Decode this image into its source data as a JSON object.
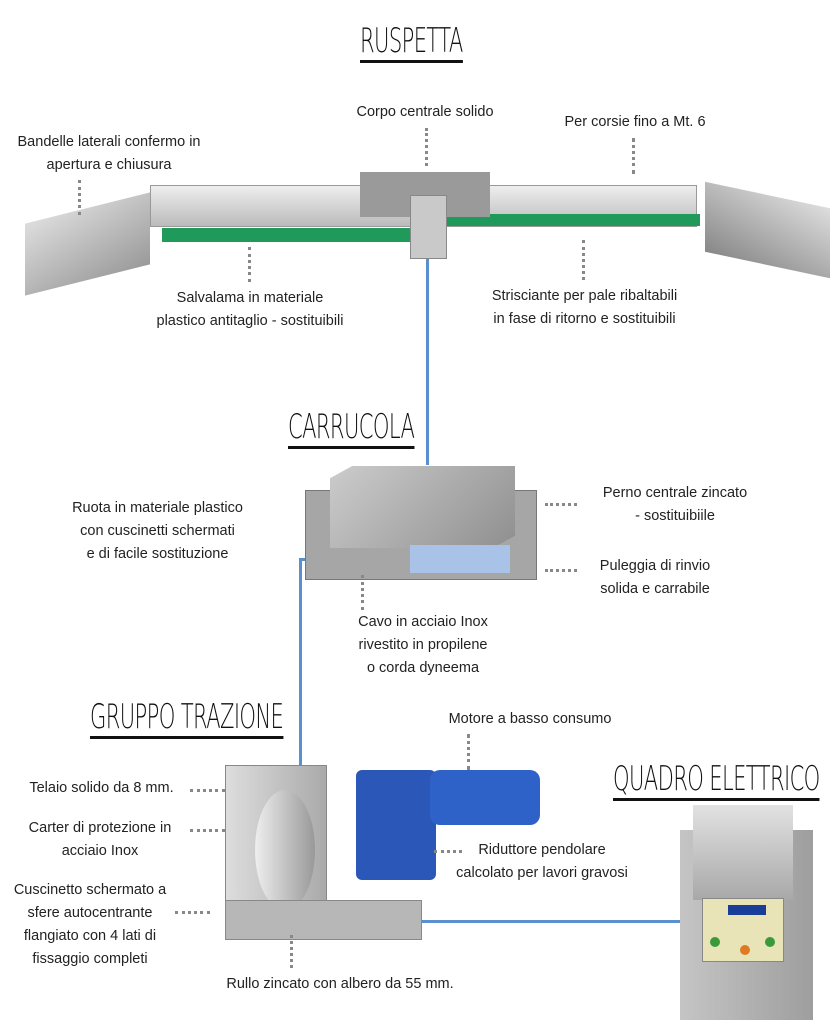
{
  "sections": {
    "ruspetta": "RUSPETTA",
    "carrucola": "CARRUCOLA",
    "gruppo_trazione": "GRUPPO TRAZIONE",
    "quadro_elettrico": "QUADRO ELETTRICO"
  },
  "ruspetta_labels": {
    "bandelle": [
      "Bandelle laterali confermo in",
      "apertura e chiusura"
    ],
    "corpo": [
      "Corpo centrale solido"
    ],
    "corsie": [
      "Per corsie fino a Mt. 6"
    ],
    "salvalama": [
      "Salvalama in materiale",
      "plastico antitaglio - sostituibili"
    ],
    "strisciante": [
      "Strisciante per pale ribaltabili",
      "in fase di ritorno e sostituibili"
    ]
  },
  "carrucola_labels": {
    "ruota": [
      "Ruota in materiale plastico",
      "con cuscinetti schermati",
      "e di facile sostituzione"
    ],
    "perno": [
      "Perno centrale zincato",
      "- sostituibiile"
    ],
    "puleggia": [
      "Puleggia di rinvio",
      "solida e carrabile"
    ],
    "cavo": [
      "Cavo in acciaio Inox",
      "rivestito in propilene",
      "o corda dyneema"
    ]
  },
  "trazione_labels": {
    "motore": [
      "Motore a basso consumo"
    ],
    "telaio": [
      "Telaio solido da 8 mm."
    ],
    "carter": [
      "Carter di protezione in",
      "acciaio Inox"
    ],
    "riduttore": [
      "Riduttore pendolare",
      "calcolato per lavori gravosi"
    ],
    "cuscinetto": [
      "Cuscinetto schermato a",
      "sfere autocentrante",
      "flangiato con 4 lati di",
      "fissaggio completi"
    ],
    "rullo": [
      "Rullo zincato con albero da 55 mm."
    ]
  },
  "colors": {
    "connector": "#5a8fd0",
    "motor_blue": "#2b58b8",
    "steel": "#b8bcc0",
    "green_strip": "#1f9a5a"
  }
}
